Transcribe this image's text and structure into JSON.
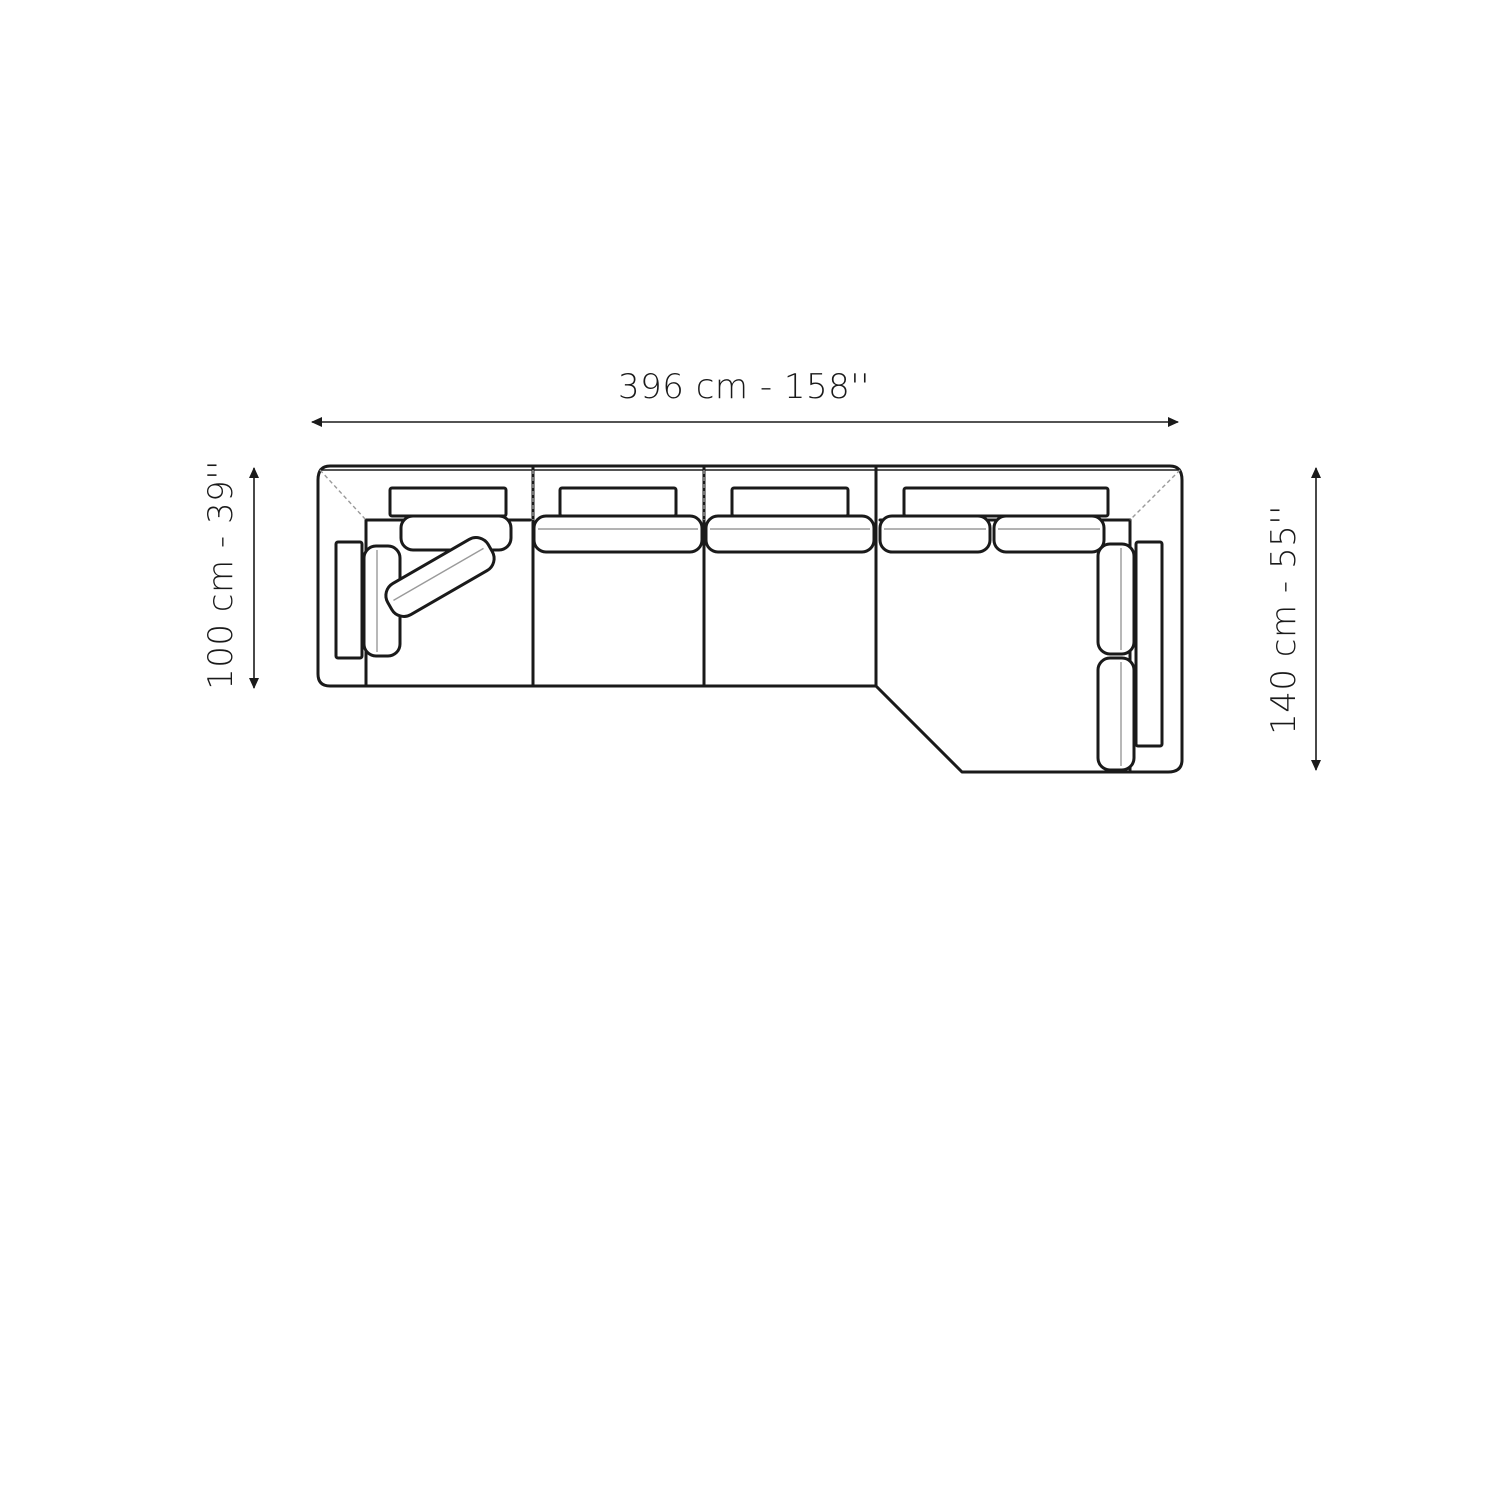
{
  "dimensions": {
    "width_label": "396 cm - 158''",
    "depth_left_label": "100 cm - 39''",
    "depth_right_label": "140 cm - 55''"
  },
  "colors": {
    "line": "#1a1a1a",
    "guide": "#9a9a9a",
    "background": "#ffffff"
  }
}
